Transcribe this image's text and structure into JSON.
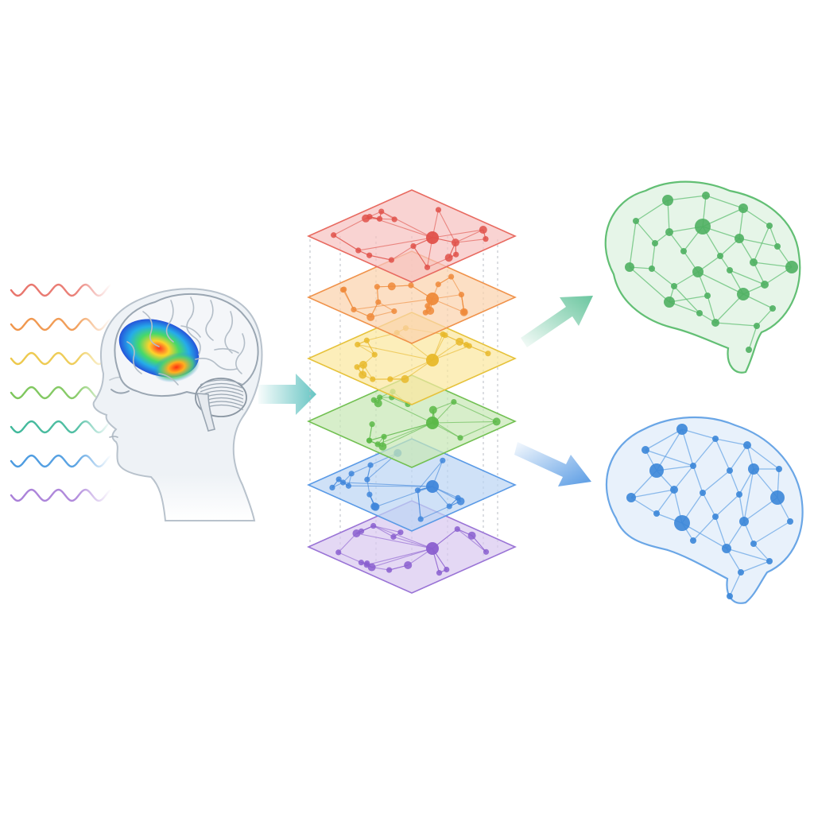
{
  "colors": {
    "background": "#ffffff",
    "wave_colors": [
      "#e8736a",
      "#f0954a",
      "#edc84a",
      "#7cc65a",
      "#3fb89a",
      "#4a9ae0",
      "#a97fd8"
    ],
    "layer_fills": [
      "#f7c2c0",
      "#fbd3ad",
      "#fbe7a0",
      "#c8e8b6",
      "#bcd6f4",
      "#d9c9f0"
    ],
    "layer_strokes": [
      "#e86a60",
      "#f0924a",
      "#e6c23a",
      "#72c052",
      "#5a9ae6",
      "#9a74d6"
    ],
    "layer_nodes": [
      "#e0514a",
      "#ee8a3a",
      "#e8b82a",
      "#5cb848",
      "#3f86da",
      "#8a5fcf"
    ],
    "head_fill": "#eef2f6",
    "head_stroke": "#b8c2cc",
    "arrow_teal": "#5fc2c0",
    "arrow_green": "#63c39a",
    "arrow_blue": "#4d94e2",
    "brain_green_fill": "#e6f5e8",
    "brain_green_stroke": "#62bf74",
    "brain_green_node": "#4fb062",
    "brain_blue_fill": "#e8f1fb",
    "brain_blue_stroke": "#6aa6e6",
    "brain_blue_node": "#3b86d8"
  },
  "icons": {
    "waves": "sine-wave-icon",
    "head": "human-head-profile-icon",
    "activation": "brain-activation-heatmap-icon",
    "stack": "stacked-network-layers-icon",
    "arrow": "arrow-right-icon",
    "network_brain": "brain-network-icon"
  },
  "diagram": {
    "wave_count": 7,
    "layer_count": 6,
    "output_brains": [
      "green",
      "blue"
    ]
  }
}
